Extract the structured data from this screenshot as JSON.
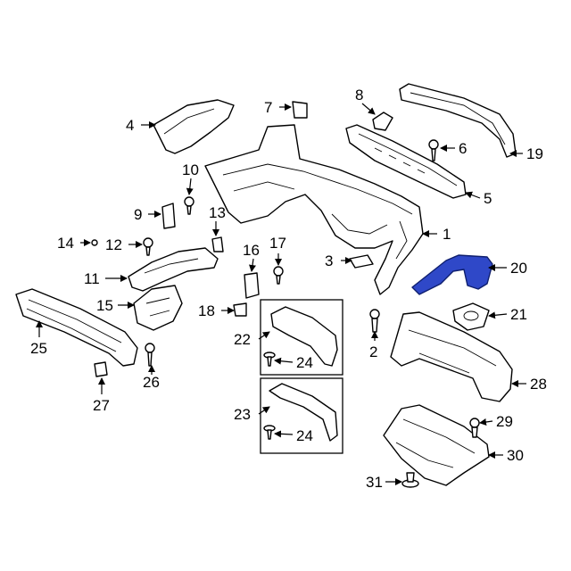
{
  "callouts": {
    "c1": "1",
    "c2": "2",
    "c3": "3",
    "c4": "4",
    "c5": "5",
    "c6": "6",
    "c7": "7",
    "c8": "8",
    "c9": "9",
    "c10": "10",
    "c11": "11",
    "c12": "12",
    "c13": "13",
    "c14": "14",
    "c15": "15",
    "c16": "16",
    "c17": "17",
    "c18": "18",
    "c19": "19",
    "c20": "20",
    "c21": "21",
    "c22": "22",
    "c23": "23",
    "c24a": "24",
    "c24b": "24",
    "c25": "25",
    "c26": "26",
    "c27": "27",
    "c28": "28",
    "c29": "29",
    "c30": "30",
    "c31": "31"
  },
  "colors": {
    "highlight": "#2f48c8",
    "line": "#000000",
    "background": "#ffffff"
  }
}
